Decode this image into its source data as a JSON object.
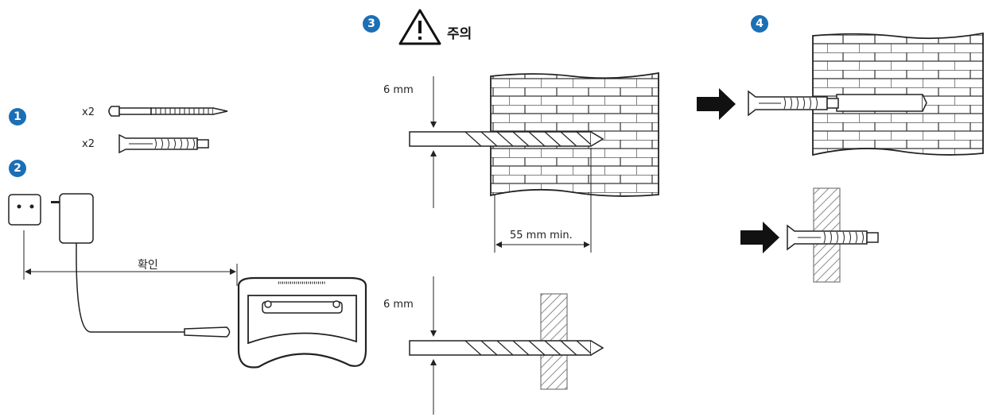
{
  "steps": [
    "1",
    "2",
    "3",
    "4"
  ],
  "step_color": "#1b6fb5",
  "labels": {
    "qty_screw": "x2",
    "qty_plug": "x2",
    "check": "확인",
    "caution": "주의",
    "drill_diameter_brick": "6 mm",
    "drill_depth": "55 mm min.",
    "drill_diameter_wood": "6 mm"
  },
  "icons": [
    "warning-icon",
    "arrow-right-icon"
  ]
}
